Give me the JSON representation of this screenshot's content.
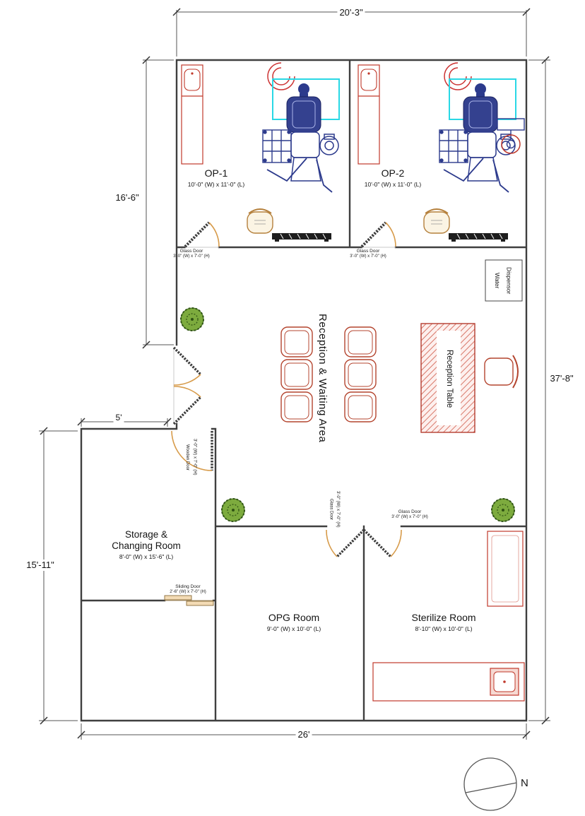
{
  "plan": {
    "dimensions": {
      "top": "20'-3\"",
      "left_upper": "16'-6\"",
      "right": "37'-8\"",
      "left_mid": "5'",
      "left_lower": "15'-11\"",
      "bottom": "26'"
    },
    "rooms": {
      "op1": {
        "name": "OP-1",
        "size": "10'-0\" (W) x 11'-0\" (L)"
      },
      "op2": {
        "name": "OP-2",
        "size": "10'-0\" (W) x 11'-0\" (L)"
      },
      "reception": {
        "name": "Reception & Waiting Area"
      },
      "storage": {
        "name_line1": "Storage &",
        "name_line2": "Changing Room",
        "size": "8'-0\" (W) x 15'-6\" (L)"
      },
      "opg": {
        "name": "OPG Room",
        "size": "9'-0\" (W) x 10'-0\" (L)"
      },
      "sterilize": {
        "name": "Sterilize Room",
        "size": "8'-10\" (W) x 10'-0\" (L)"
      }
    },
    "doors": {
      "glass_op1": {
        "name": "Glass Door",
        "size": "3'-0\" (W) x 7'-0\" (H)"
      },
      "glass_op2": {
        "name": "Glass Door",
        "size": "3'-0\" (W) x 7'-0\" (H)"
      },
      "glass_opg": {
        "name": "Glass Door",
        "size": "3'-0\" (W) x 7'-0\" (H)"
      },
      "glass_sterilize": {
        "name": "Glass Door",
        "size": "3'-0\" (W) x 7'-0\" (H)"
      },
      "wooden": {
        "name": "Wooden Door",
        "size": "3'-0\" (W) x 7'-0\" (H)"
      },
      "sliding": {
        "name": "Sliding Door",
        "size": "2'-6\" (W) x 7'-0\" (H)"
      }
    },
    "fixtures": {
      "reception_table": "Reception Table",
      "water_dispenser_line1": "Water",
      "water_dispenser_line2": "Dispensor"
    },
    "compass": {
      "north_label": "N"
    },
    "colors": {
      "wall": "#3f3f3f",
      "fixture_red": "#c0392b",
      "equipment_blue": "#2c3a8c",
      "highlight_cyan": "#29d8e5",
      "door_swing": "#d79b4a",
      "plant_green": "#6fa33a",
      "table_hatch": "#cf5a48"
    }
  }
}
